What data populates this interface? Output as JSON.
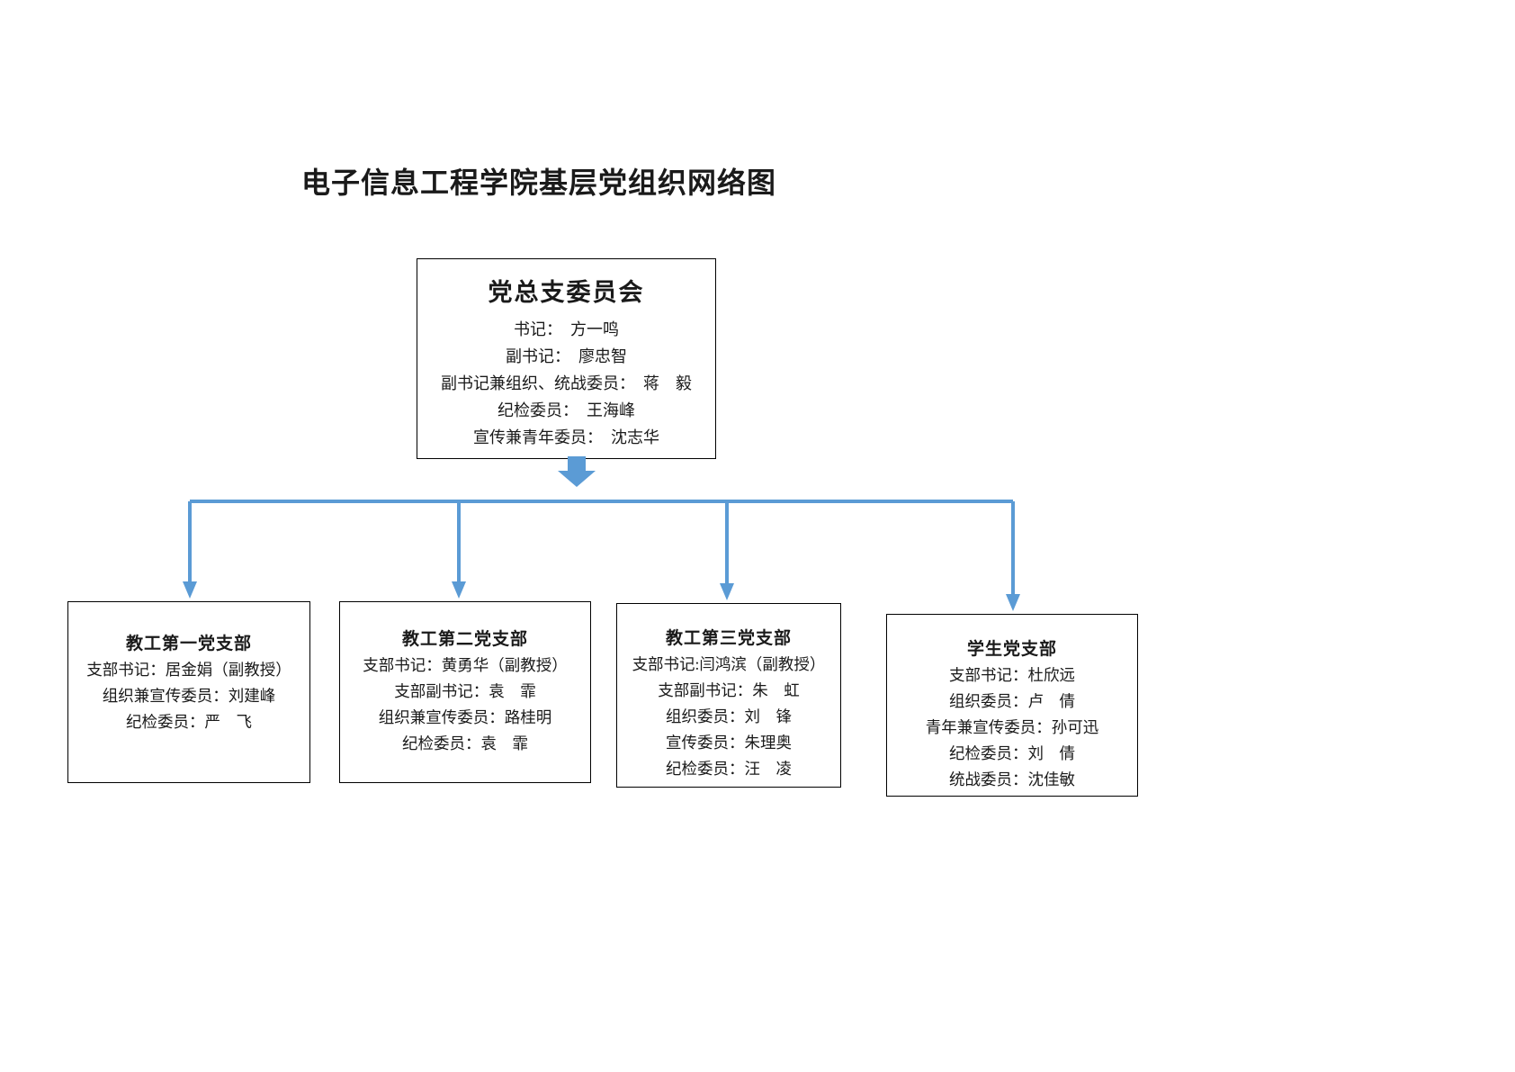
{
  "title": "电子信息工程学院基层党组织网络图",
  "committee": {
    "title": "党总支委员会",
    "members": [
      "书记：　方一鸣",
      "副书记：　廖忠智",
      "副书记兼组织、统战委员：　蒋　毅",
      "纪检委员：　王海峰",
      "宣传兼青年委员：　沈志华"
    ]
  },
  "branches": [
    {
      "title": "教工第一党支部",
      "members": [
        "支部书记：居金娟（副教授）",
        "组织兼宣传委员：刘建峰",
        "纪检委员：严　飞"
      ]
    },
    {
      "title": "教工第二党支部",
      "members": [
        "支部书记：黄勇华（副教授）",
        "支部副书记：袁　霏",
        "组织兼宣传委员：路桂明",
        "纪检委员：袁　霏"
      ]
    },
    {
      "title": "教工第三党支部",
      "members": [
        "支部书记:闫鸿滨（副教授）",
        "支部副书记：朱　虹",
        "组织委员：刘　锋",
        "宣传委员：朱理奥",
        "纪检委员：汪　凌"
      ]
    },
    {
      "title": "学生党支部",
      "members": [
        "支部书记：杜欣远",
        "组织委员：卢　倩",
        "青年兼宣传委员：孙可迅",
        "纪检委员：刘　倩",
        "统战委员：沈佳敏"
      ]
    }
  ],
  "colors": {
    "connector_blue": "#5B9BD5",
    "box_border": "#000000",
    "text": "#1a1a1a"
  },
  "icons": {
    "block_down_arrow": "block-down-arrow-icon",
    "arrowhead": "arrowhead-down-icon"
  }
}
